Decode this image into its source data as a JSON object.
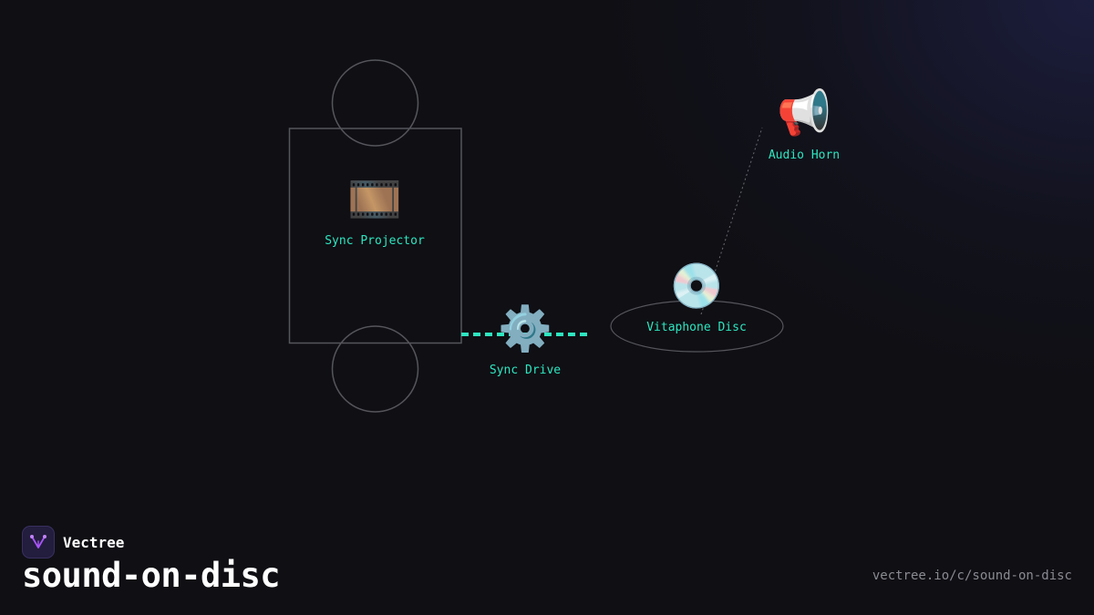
{
  "brand": {
    "name": "Vectree"
  },
  "title": "sound-on-disc",
  "url": "vectree.io/c/sound-on-disc",
  "colors": {
    "background": "#0f0f14",
    "accent": "#2ee6c0",
    "outline": "#55555c",
    "brand_logo_bg": "#231d3e",
    "brand_logo_mark": "#a855f7"
  },
  "nodes": [
    {
      "id": "projector",
      "label": "Sync Projector",
      "icon": "film-frames-icon",
      "glyph": "🎞️"
    },
    {
      "id": "drive",
      "label": "Sync Drive",
      "icon": "gear-icon",
      "glyph": "⚙️"
    },
    {
      "id": "disc",
      "label": "Vitaphone Disc",
      "icon": "optical-disc-icon",
      "glyph": "💿"
    },
    {
      "id": "horn",
      "label": "Audio Horn",
      "icon": "megaphone-icon",
      "glyph": "📢"
    }
  ]
}
